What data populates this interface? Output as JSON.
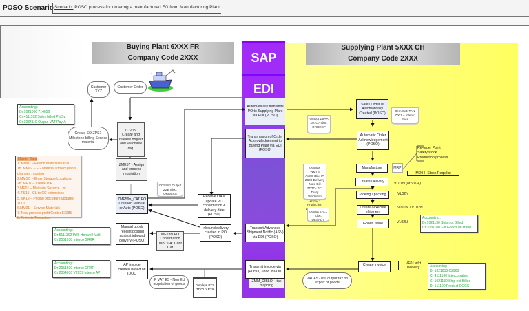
{
  "header": {
    "title": "POSO Scenario",
    "scenario_label": "Scenario:",
    "scenario_text": " POSO process for ordering a manufactured FG from Manufacturing Plant"
  },
  "lanes": {
    "buying_line1": "Buying Plant 6XXX FR",
    "buying_line2": "Company Code 2XXX",
    "sap": "SAP",
    "edi": "EDI",
    "supplying_line1": "Supplying Plant 5XXX CH",
    "supplying_line2": "Company Code 2XXX"
  },
  "buying": {
    "customer_xyz": "Customer XYZ",
    "customer_order": "Customer Order",
    "create_so": "Create SO ZPS1 Milestone billing Service material",
    "cj20n": [
      "CJ20N",
      "Create and release project and Purchase req."
    ],
    "zme57": "ZME57 - Assign and process requisition",
    "zme59n": "ZME59n_CAT PO Creation Manual or Auto (POSO)",
    "receive_oa": "Receive OA & update PO confirmation & delivery date (POSO)",
    "inbound_delivery": "Inbound delivery created in PO (POSO)",
    "me23n": "ME23N PO Confirmation Tab; \"LA\" Conf Cat",
    "manual_gr": "Manual goods receipt posting against inbound delivery (POSO)",
    "ap_invoice": "AP invoice created based on IDOC",
    "ip_vat": "IP VAT  E5 - Non EU acquisition of goods",
    "displays": "Displays PTS TDOL/AR29",
    "output_vcs": "VCSS81 Output ZZB Idoc: ORDERS"
  },
  "accounting": {
    "so_box": [
      "Accounting :",
      "Dr 1021000 714056",
      "Cr 4111102 Sales billed Prj/Sv",
      "Cr 2034110 Output-VAT Pay-A"
    ],
    "gr_box": [
      "Accounting :",
      "Dr 5111302 Pr/S Honwell Matl",
      "Cr 2051930 Interco GR/IR"
    ],
    "ap_box": [
      "Accounting :",
      "Dr 2051930 Interco GR/IR",
      "Cr 2054010 V2959 Interco AP"
    ],
    "gi_box": [
      "Accounting :",
      "Dr 1021130 Ship not Billed",
      "Cr 1031080 Fin Goods on Hand"
    ],
    "inv_box": [
      "Accounting :",
      "Dr 1021010 C2960",
      "Cr 4111100 Interco sales",
      "Cr 1021130 Ship not Billed",
      "Dr 511100 Product COGS"
    ]
  },
  "master_data": {
    "title": "Master Data",
    "items": [
      "1. MM01 – Extend Material to 6101",
      "1b. MM02 – FG Material Project plants changes , costing",
      "2.MMSC – Enter Storage Locations",
      "2b. ME11 – Create PIR",
      "3.ME01 – Maintain Sosurce List",
      "4. FS15 - GL to CC  extensions",
      "5. VK12 – Pricing procedure updates Z001",
      "6.MM01 – Service Materials",
      "7. New projects profit Center E3285",
      "8. Projects Templates"
    ]
  },
  "edi": {
    "auto_transmit": "Automatically transmits PO to Supplying Plant via EDI (POSO)",
    "transmission_ack": "Transmission of Order Acknowledgement to Buying Plant via EDI (POSO)",
    "transmit_asn": "Transmit Advanced Shipment Notific (ASN) via EDI (POSO)",
    "transmit_invoice": "Transmit invoice via (POSO) -Idoc INVOIC",
    "zmm_mapping": "ZMM_DIBLO – tax mapping"
  },
  "supplying": {
    "sales_order": "Sales Order is Automatically Created (POSO)",
    "item_cat": "Item Cat: TAN Z001 – Interco Price",
    "auto_ack": "Automatic Order Acknowledgement (POSO)",
    "output_zbaa": "Output ZBAA Z07C7 Idoc: ORDRSP",
    "manufacture": "Manufacture",
    "mrp": "MRP",
    "mrp_notes": [
      "Re-order Point",
      "Safety stock",
      "Production process"
    ],
    "md04": "MD04 -Stock Reqs list",
    "create_delivery": "Create Delivery",
    "vl01n": "VL01N (or VL04)",
    "picking": "Picking / packing",
    "vl02n_1": "VL02N",
    "shipment": "Create / execute shipment",
    "vt01n": "VT01N / VT02N",
    "goods_issue": "Goods Issue",
    "vl02n_2": "VL02N",
    "outputs_doc": "Outputs WMT4 Automatic TA Z800 Delivery Note Bill ZDTC- TC- Diary Validation ZPPD - Pruduction Deduct&Ship",
    "output_zal1": "Output ZAL1 Idoc: DESADV",
    "create_invoice": "Create invoice",
    "vf01": "VF01 w/rt Delivery",
    "vat_a5": "VAT  A5 - 0% output tax on export  of goods"
  }
}
